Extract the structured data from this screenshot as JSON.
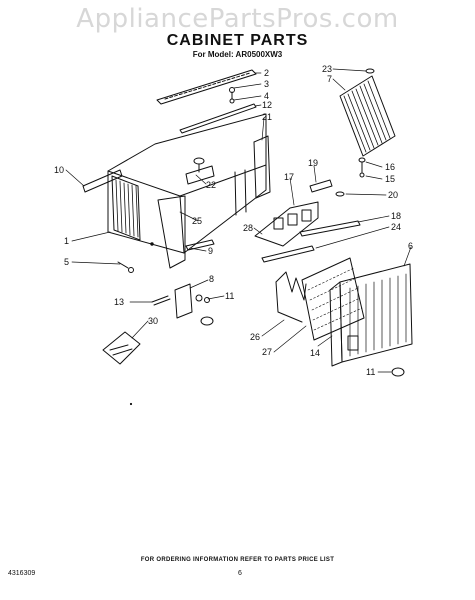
{
  "watermark": "AppliancePartsPros.com",
  "header": {
    "title": "CABINET PARTS",
    "subtitle": "For Model: AR0500XW3"
  },
  "callouts": [
    "2",
    "3",
    "4",
    "12",
    "21",
    "23",
    "7",
    "16",
    "15",
    "10",
    "22",
    "19",
    "17",
    "20",
    "18",
    "24",
    "28",
    "25",
    "1",
    "9",
    "5",
    "8",
    "6",
    "13",
    "11",
    "30",
    "26",
    "27",
    "14",
    "11"
  ],
  "footer": {
    "note": "FOR ORDERING INFORMATION REFER TO PARTS PRICE LIST",
    "doc_number": "4316309",
    "page_number": "6"
  }
}
